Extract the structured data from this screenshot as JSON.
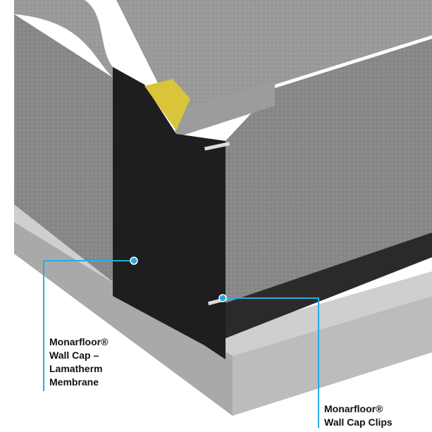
{
  "callouts": [
    {
      "lines": [
        "Monarfloor®",
        "Wall Cap –",
        "Lamatherm",
        "Membrane"
      ]
    },
    {
      "lines": [
        "Monarfloor®",
        "Wall Cap Clips"
      ]
    }
  ],
  "colors": {
    "callout_line": "#29abe2",
    "membrane": "#1e1e1e",
    "insulation": "#d9c43a",
    "block": "#8a8a8a",
    "slab": "#bdbdbd"
  }
}
